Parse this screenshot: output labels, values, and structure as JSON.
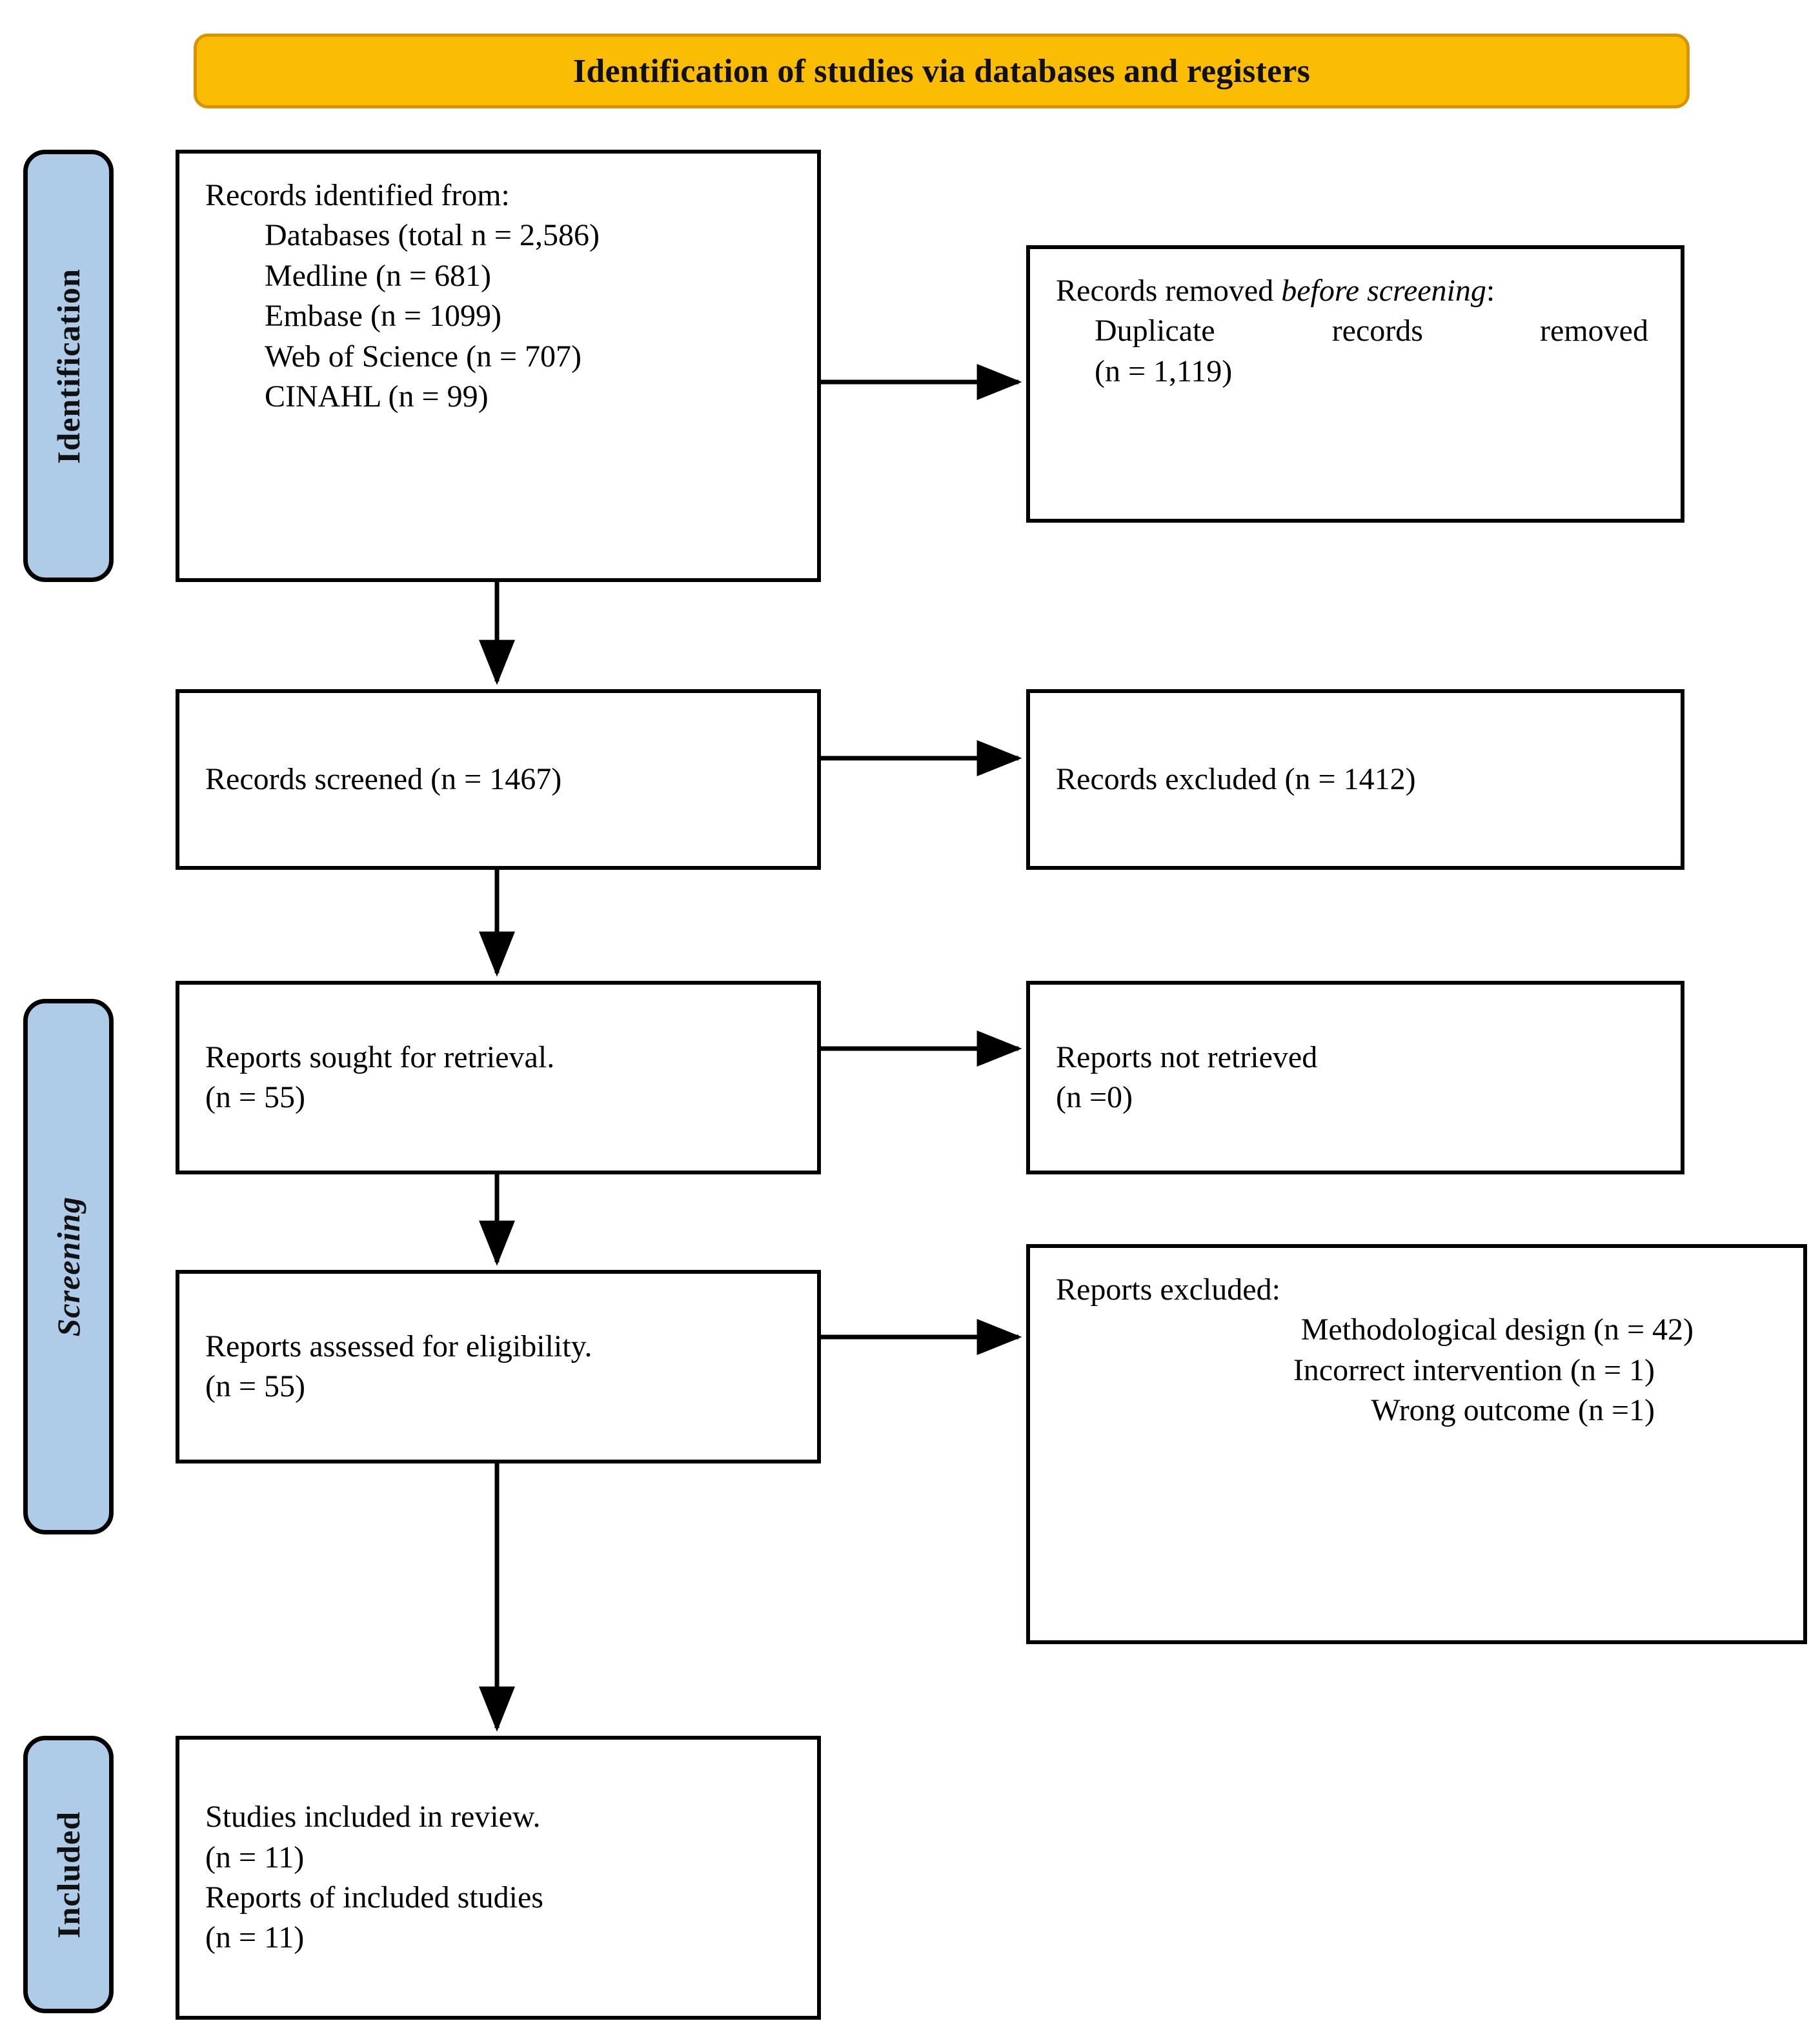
{
  "banner": {
    "title": "Identification of studies via databases and registers",
    "fill_color": "#FBBC04",
    "border_color": "#D79400"
  },
  "phases": {
    "fill_color": "#AECBE8",
    "identification": "Identification",
    "screening": "Screening",
    "included": "Included"
  },
  "boxes": {
    "identified": {
      "heading": "Records identified from:",
      "items": [
        "Databases (total n = 2,586)",
        "Medline (n = 681)",
        "Embase (n = 1099)",
        "Web of Science (n = 707)",
        "CINAHL (n = 99)"
      ]
    },
    "removed": {
      "heading_lead": "Records removed ",
      "heading_italic": "before screening",
      "heading_tail": ":",
      "line1": "Duplicate records removed",
      "line2": "(n = 1,119)"
    },
    "screened": {
      "line1": "Records screened (n = 1467)"
    },
    "excluded": {
      "line1": "Records excluded (n = 1412)"
    },
    "sought": {
      "line1": "Reports sought for retrieval.",
      "line2": "(n = 55)"
    },
    "not_retrieved": {
      "line1": "Reports not retrieved",
      "line2": "(n =0)"
    },
    "assessed": {
      "line1": "Reports assessed for eligibility.",
      "line2": "(n = 55)"
    },
    "reports_excluded": {
      "heading": "Reports excluded:",
      "items": [
        "Methodological design (n = 42)",
        "Incorrect intervention (n = 1)",
        "Wrong outcome (n =1)"
      ]
    },
    "included": {
      "line1": "Studies included in review.",
      "line2": "(n = 11)",
      "line3": "Reports of included studies",
      "line4": "(n = 11)"
    }
  }
}
